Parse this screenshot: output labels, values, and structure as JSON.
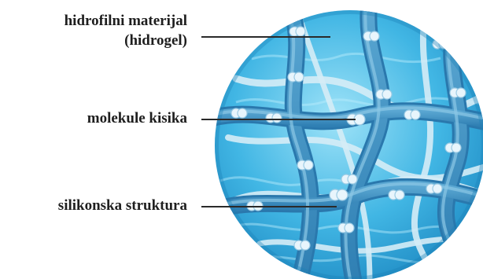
{
  "diagram": {
    "labels": {
      "hydrophilic_line1": "hidrofilni materijal",
      "hydrophilic_line2": "(hidrogel)",
      "oxygen": "molekule kisika",
      "silicone": "silikonska struktura"
    },
    "colors": {
      "water_light": "#8fdcf5",
      "water_mid": "#3fb8e6",
      "water_deep": "#1d8fc7",
      "fiber": "#3c8fc0",
      "fiber_light": "#cde6f2",
      "bubble": "#e6f4fb",
      "leader_line": "#2a2a2a",
      "text": "#1e1e1e"
    }
  }
}
